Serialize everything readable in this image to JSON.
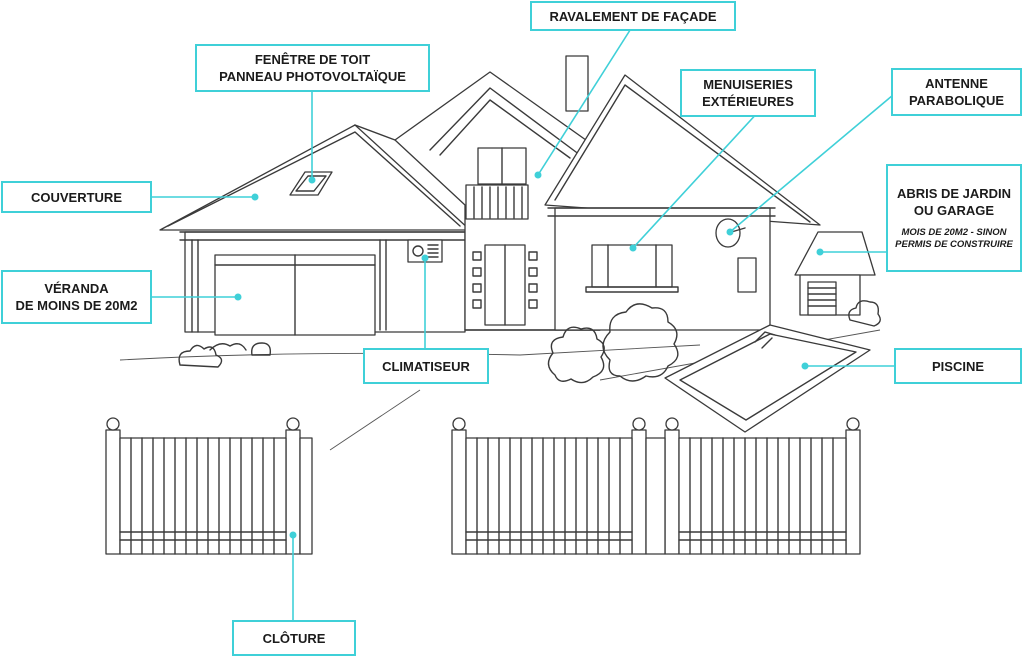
{
  "labels": {
    "ravalement": "RAVALEMENT DE FAÇADE",
    "fenetre_line1": "FENÊTRE DE TOIT",
    "fenetre_line2": "PANNEAU PHOTOVOLTAÏQUE",
    "menuiseries_line1": "MENUISERIES",
    "menuiseries_line2": "EXTÉRIEURES",
    "antenne_line1": "ANTENNE",
    "antenne_line2": "PARABOLIQUE",
    "couverture": "COUVERTURE",
    "abris_line1": "ABRIS DE JARDIN",
    "abris_line2": "OU GARAGE",
    "abris_note_line1": "MOIS DE 20M2 - SINON",
    "abris_note_line2": "PERMIS DE CONSTRUIRE",
    "veranda_line1": "VÉRANDA",
    "veranda_line2": "DE MOINS DE 20M2",
    "climatiseur": "CLIMATISEUR",
    "piscine": "PISCINE",
    "cloture": "CLÔTURE"
  },
  "colors": {
    "accent": "#3fd0d8",
    "sketch": "#3a3a3a"
  }
}
